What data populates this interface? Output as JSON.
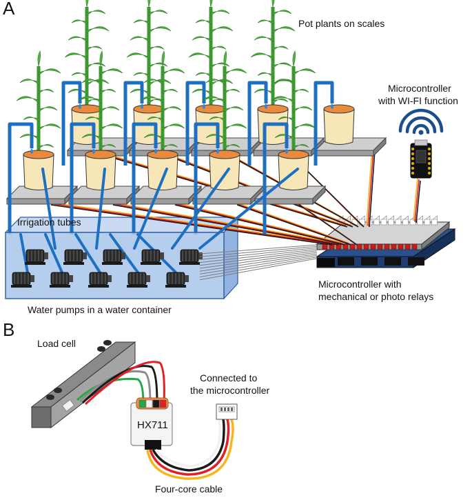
{
  "panel_a": {
    "letter": "A",
    "pot_plants_label": "Pot plants on scales",
    "wifi_label_line1": "Microcontroller",
    "wifi_label_line2": "with WI-FI function",
    "irrigation_label": "Irrigation tubes",
    "pumps_label": "Water pumps in a water container",
    "relay_label_line1": "Microcontroller with",
    "relay_label_line2": "mechanical or photo relays"
  },
  "panel_b": {
    "letter": "B",
    "load_cell_label": "Load cell",
    "hx711_label": "HX711",
    "connected_line1": "Connected to",
    "connected_line2": "the microcontroller",
    "cable_label": "Four-core cable"
  },
  "colors": {
    "tube": "#1d6fc2",
    "pot": "#f7e6b8",
    "soil": "#e98a3c",
    "leaf": "#4aab3a",
    "platform": "#b9b9b9",
    "water": "#a9c6ea",
    "board": "#2c5aa0",
    "wire_red": "#e31e24",
    "wire_black": "#1a1a1a",
    "wire_yellow": "#f5b61a",
    "wire_white": "#f2f2f2",
    "wire_green": "#22a845",
    "wire_gray": "#8c8c8c"
  }
}
